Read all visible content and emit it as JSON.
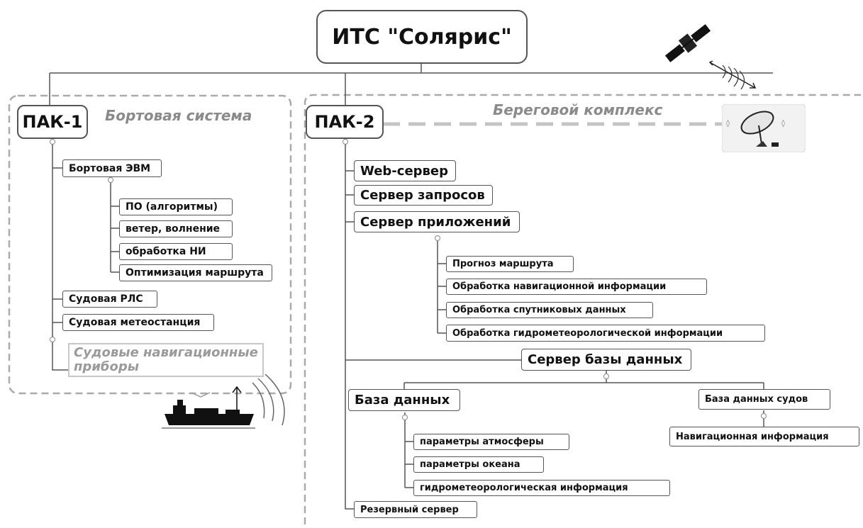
{
  "root": {
    "label": "ИТС \"Солярис\""
  },
  "pak1": {
    "label": "ПАК-1",
    "title": "Бортовая система",
    "computer": {
      "label": "Бортовая ЭВМ",
      "items": [
        "ПО (алгоритмы)",
        "ветер, волнение",
        "обработка НИ",
        "Оптимизация маршрута"
      ]
    },
    "radar": "Судовая РЛС",
    "weather_station": "Судовая метеостанция",
    "nav_devices": "Судовые навигационные приборы"
  },
  "pak2": {
    "label": "ПАК-2",
    "title": "Береговой комплекс",
    "web_server": "Web-сервер",
    "query_server": "Сервер запросов",
    "app_server": {
      "label": "Сервер приложений",
      "items": [
        "Прогноз маршрута",
        "Обработка навигационной информации",
        "Обработка спутниковых данных",
        "Обработка гидрометеорологической информации"
      ]
    },
    "db_server": "Сервер базы данных",
    "database": {
      "label": "База данных",
      "items": [
        "параметры атмосферы",
        "параметры океана",
        "гидрометеорологическая информация"
      ]
    },
    "ships_db": {
      "label": "База данных судов",
      "items": [
        "Навигационная информация"
      ]
    },
    "backup_server": "Резервный сервер"
  },
  "icons": [
    "satellite-icon",
    "signal-waves-icon",
    "satellite-dish-icon",
    "ship-icon"
  ],
  "colors": {
    "line": "#555555",
    "dashed_frame": "#aaaaaa",
    "section_title": "#8a8a8a",
    "ghost": "#c8c8c8"
  }
}
